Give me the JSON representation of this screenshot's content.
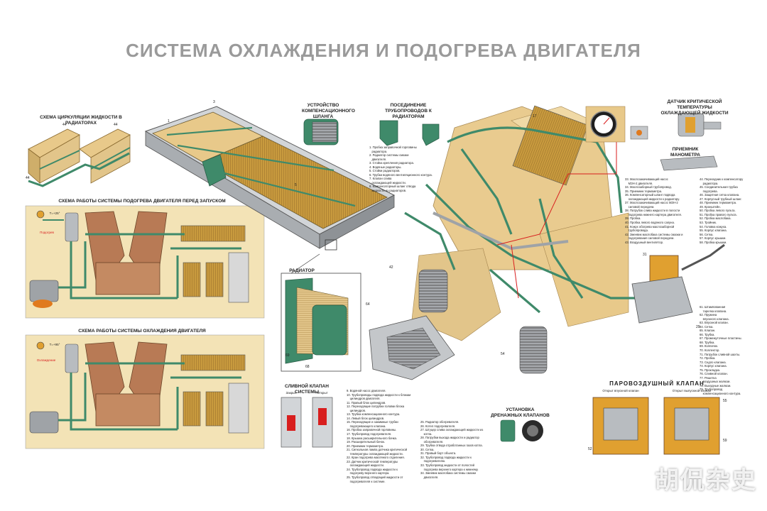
{
  "title": "СИСТЕМА ОХЛАЖДЕНИЯ И ПОДОГРЕВА ДВИГАТЕЛЯ",
  "watermark": "胡侃杂史",
  "colors": {
    "coolant_green": "#3f8a6a",
    "engine_tan": "#e8c98a",
    "engine_brown": "#b87a55",
    "radiator_gold": "#c89a3e",
    "hot_orange": "#e07a1e",
    "accent_red": "#d81e1e",
    "metal_grey": "#b8bcc0",
    "title_grey": "#9a9a9a"
  },
  "captions": {
    "radiator_circ": "СХЕМА ЦИРКУЛЯЦИИ ЖИДКОСТИ В РАДИАТОРАХ",
    "heating_scheme": "СХЕМА РАБОТЫ СИСТЕМЫ ПОДОГРЕВА ДВИГАТЕЛЯ ПЕРЕД ЗАПУСКОМ",
    "cooling_scheme": "СХЕМА РАБОТЫ СИСТЕМЫ ОХЛАЖДЕНИЯ ДВИГАТЕЛЯ",
    "compensator": "УСТРОЙСТВО КОМПЕНСАЦИОННОГО ШЛАНГА",
    "pipe_joint": "ПОСЕДИНЕНИЕ ТРУБОПРОВОДОВ К РАДИАТОРАМ",
    "temp_sensor": "ДАТЧИК КРИТИЧЕСКОЙ ТЕМПЕРАТУРЫ ОХЛАЖДАЮЩЕЙ ЖИДКОСТИ",
    "manometer": "ПРИЕМНИК МАНОМЕТРА",
    "radiator": "РАДИАТОР",
    "drain_valve": "СЛИВНОЙ КЛАПАН СИСТЕМЫ",
    "drain_valve_states": [
      "Закрыт",
      "Открыт"
    ],
    "air_valves": "УСТАНОВКА ДРЕНАЖНЫХ КЛАПАНОВ",
    "steam_valve": "ПАРОВОЗДУШНЫЙ КЛАПАН",
    "steam_states": [
      "Открыт впускной клапан",
      "Открыт выпускной клапан"
    ],
    "heat_label": "Подогрев",
    "cool_label": "Охлаждение",
    "temp_mark": "Т=+25°",
    "temp_mark2": "Т=+95°"
  },
  "legends": {
    "radiator_list": "1. Пробка заправочной горловины\n   радиатора.\n2. Радиатор системы смазки\n   двигателя.\n3. Стойка крепления радиатора.\n4. Водяные радиаторы.\n5. Стойки радиаторов.\n6. Трубки водяного вентиляционного контура.\n7. Клапан слива\n   охлаждающей жидкости.\n8. Компенсаторный шланг отвода\n   жидкости из радиаторов.",
    "right_list_a": "33. Маслозакачивающий насос\n    МЗН-2 двигателя.\n34. Маслозаборный трубопровод.\n35. Приемник термометра.\n36. Компенсаторный шланг подвода\n    охлаждающей жидкости к радиатору.\n37. Маслозакачивающий насос МЗН-2\n    силовой передачи.\n38. Патрубок слива жидкости в полости\n    подогрева нижнего картера двигателя.\n39. Пробка.\n40. Пробка левого водяного сапуна.\n41. Кожух обогрева маслозаборной\n    трубопровода.\n42. Змеевик маслобака системы смазки и\n    подогревания силовой передачи.\n43. Воздушный вентилятор.",
    "right_list_b": "44. Переходник к компенсатору\n    радиатора.\n45. Соединительная трубка\n    подогрева.\n46. Защитная сетка клапана.\n47. Корпусный трубный шланг.\n48. Приемник термометра.\n49. Кронштейн.\n50. Пробка левого пульта.\n51. Пробка правого пульта.\n52. Пробка маслобака.\n53. Тройник.\n54. Головка кожуха.\n55. Корпус клапана.\n56. Сетка.\n57. Корпус крышки.\n58. Пробка крышки.",
    "right_list_c": "61. Штампованная\n    тарелка клапана.\n62. Пружина\n    впускного клапана.\n63. Впускной клапан.\n64. Сетка.\n65. Клапан.\n66. Трубка.\n67. Промежуточные пластины.\n68. Трубка.\n69. Колпачок.\n70. Коллектор.\n71. Патрубок сливной шахты.\n72. Пробка.\n73. Седло клапана.\n74. Корпус клапана.\n75. Прокладка.\n76. Сливной клапан.\n77. Решетка\n    воздушных жалюзи.\n78. Выходные жалюзи.\n79. Трубопровод\n    компенсационного контура.",
    "bottom_list_a": "9. Водяной насос двигателя.\n10. Трубопроводы подвода жидкости к блокам\n    цилиндров двигателя.\n11. Правый блок цилиндров.\n12. Переходящие патрубки головки блока\n    цилиндров.\n13. Трубка компенсационного контура.\n14. Левый блок цилиндров.\n15. Переходящие и зажимные трубки\n    подогревающего клапана.\n16. Пробка заправочной горловины.\n17. Трубопровод подогревателя.\n18. Крышка расширительного бачка.\n19. Расширительный бачок.\n20. Приемник термометра.\n21. Сигнальная лампа датчика критической\n    температуры охлаждающей жидкости.\n22. Кран подогрева масляного отделения.\n23. Датчик критической температуры\n    охлаждающей жидкости.\n24. Трубопровод подвода жидкости к\n    подогреву верхнего картера.\n25. Трубопровод отводящий жидкости от\n    подогревателя к системе.",
    "bottom_list_b": "25. Радиатор обогревателя.\n26. Котел подогревателя.\n27. Штуцер слива охлаждающей жидкости из\n    котла.\n28. Патрубки выхода жидкости и радиатор\n    обогревателя.\n29. Трубка отвода отработанных газов котла.\n30. Сетка.\n31. Правый борт объекта.\n32. Трубопровод подвода жидкости к\n    подогревателю.\n33. Трубопровод жидкости от полостей\n    подогрева верхнего картера к нижнему.\n34. Змеевик маслобака системы смазки\n    двигателя."
  }
}
